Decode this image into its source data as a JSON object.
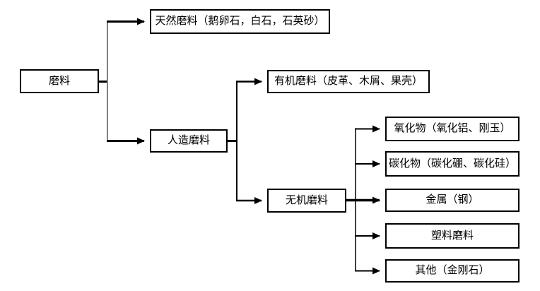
{
  "diagram": {
    "type": "tree-flowchart",
    "nodes": {
      "root": "磨料",
      "natural": "天然磨料（鹅卵石，白石，石英砂）",
      "artificial": "人造磨料",
      "organic": "有机磨料（皮革、木屑、果壳）",
      "inorganic": "无机磨料",
      "oxide": "氧化物（氧化铝、刚玉）",
      "carbide": "碳化物（碳化硼、碳化硅）",
      "metal": "金属（钢）",
      "plastic": "塑料磨料",
      "other": "其他（金刚石）"
    },
    "edges": [
      [
        "root",
        "natural"
      ],
      [
        "root",
        "artificial"
      ],
      [
        "artificial",
        "organic"
      ],
      [
        "artificial",
        "inorganic"
      ],
      [
        "inorganic",
        "oxide"
      ],
      [
        "inorganic",
        "carbide"
      ],
      [
        "inorganic",
        "metal"
      ],
      [
        "inorganic",
        "plastic"
      ],
      [
        "inorganic",
        "other"
      ]
    ]
  },
  "colors": {
    "line": "#000000",
    "trunk_gray": "#7f7f7f",
    "box_border": "#000000",
    "background": "#ffffff",
    "text": "#000000"
  }
}
